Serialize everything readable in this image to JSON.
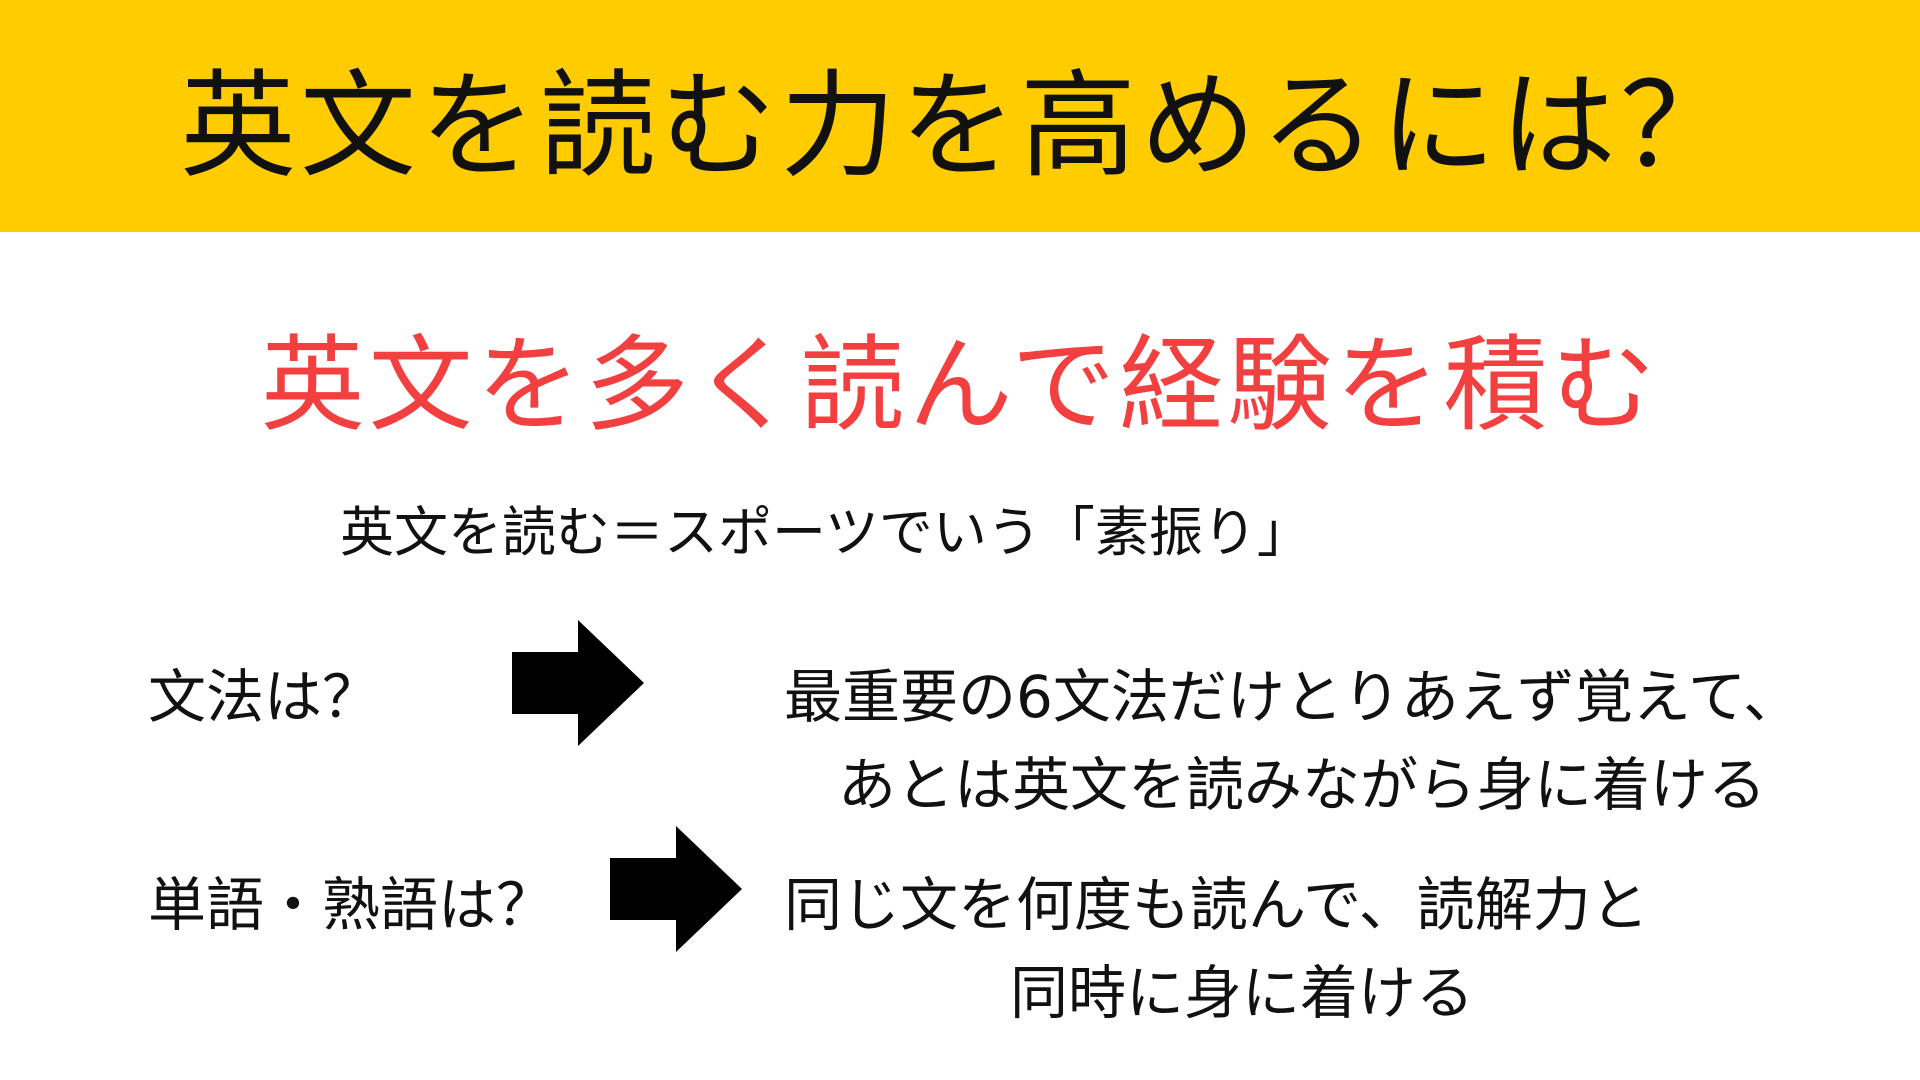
{
  "title": "英文を読む力を高めるには？",
  "subtitle": "英文を多く読んで経験を積む",
  "lead": "英文を読む＝スポーツでいう「素振り」",
  "items": [
    {
      "label": "文法は？",
      "answer_lines": [
        "最重要の6文法だけとりあえず覚えて、",
        "あとは英文を読みながら身に着ける"
      ]
    },
    {
      "label": "単語・熟語は？",
      "answer_lines": [
        "同じ文を何度も読んで、読解力と",
        "同時に身に着ける"
      ]
    }
  ],
  "colors": {
    "title_band": "#FFCC00",
    "subtitle_text": "#F24040",
    "body_text": "#111111",
    "arrow": "#000000"
  },
  "icons": {
    "arrow": "right-arrow-icon"
  }
}
